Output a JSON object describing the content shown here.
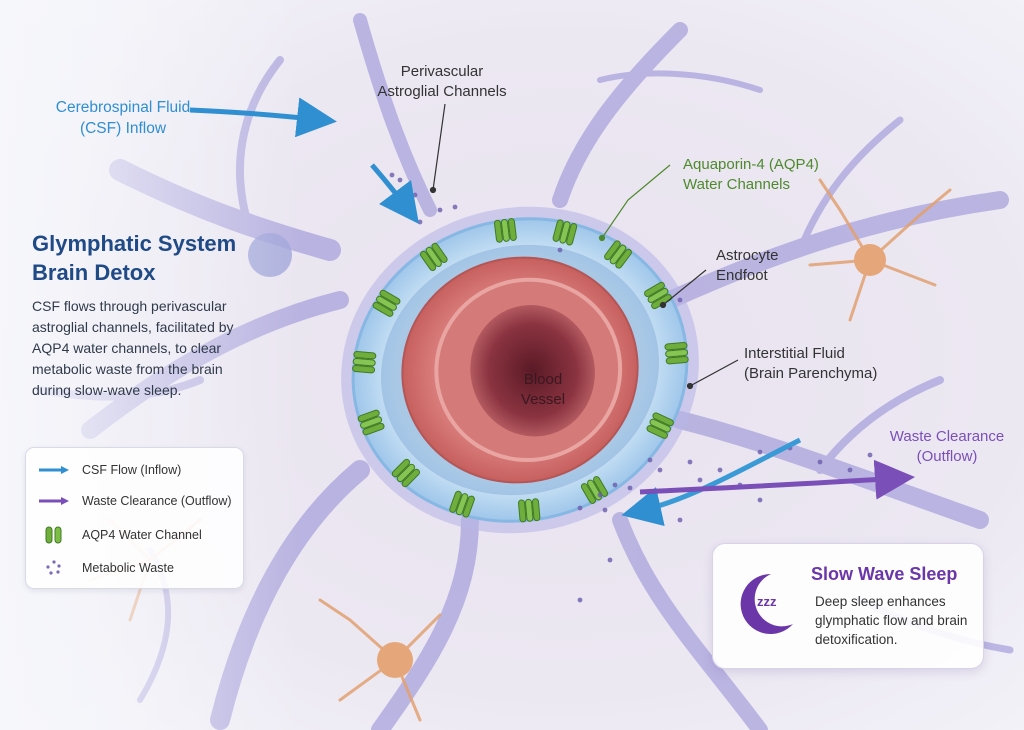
{
  "title": [
    "Glymphatic System",
    "Brain Detox"
  ],
  "description": "CSF flows through perivascular astroglial channels, facilitated by AQP4 water channels, to clear metabolic waste from the brain during slow-wave sleep.",
  "labels": {
    "perivascular": [
      "Perivascular",
      "Astroglial Channels"
    ],
    "csf_inflow": [
      "Cerebrospinal Fluid",
      "(CSF) Inflow"
    ],
    "aqp4": [
      "Aquaporin-4 (AQP4)",
      "Water Channels"
    ],
    "astrocyte": [
      "Astrocyte",
      "Endfoot"
    ],
    "interstitial": [
      "Interstitial Fluid",
      "(Brain Parenchyma)"
    ],
    "waste_outflow": [
      "Waste Clearance",
      "(Outflow)"
    ],
    "blood_vessel": [
      "Blood",
      "Vessel"
    ]
  },
  "legend": [
    {
      "icon": "csf-arrow-icon",
      "label": "CSF Flow (Inflow)"
    },
    {
      "icon": "waste-arrow-icon",
      "label": "Waste Clearance (Outflow)"
    },
    {
      "icon": "aqp4-channel-icon",
      "label": "AQP4 Water Channel"
    },
    {
      "icon": "metabolic-waste-icon",
      "label": "Metabolic Waste"
    }
  ],
  "sleep_box": {
    "icon": "moon-zzz-icon",
    "zzz": "zzz",
    "title": "Slow Wave Sleep",
    "text": "Deep sleep enhances glymphatic flow and brain detoxification."
  },
  "colors": {
    "csf": "#2f8fd1",
    "waste": "#7b4fb8",
    "aqp4": "#6fae3c",
    "vessel": "#c96a6e",
    "title": "#1f4a86"
  }
}
